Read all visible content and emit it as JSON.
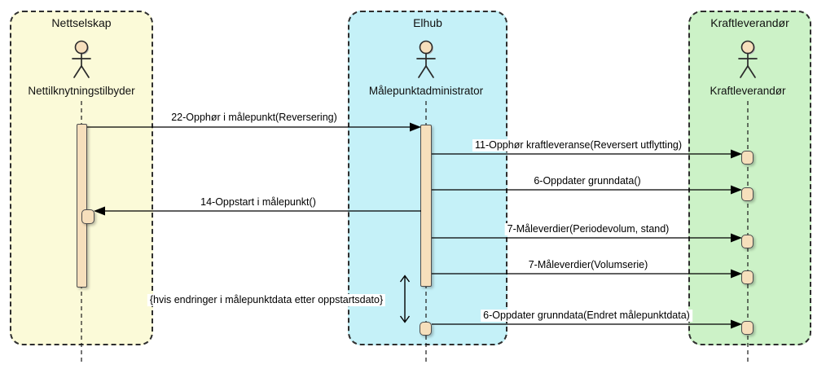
{
  "diagram_type": "uml-sequence",
  "lanes": [
    {
      "id": "nettselskap",
      "title": "Nettselskap",
      "actor": "Nettilknytningstilbyder",
      "fill": "#FBFAD8"
    },
    {
      "id": "elhub",
      "title": "Elhub",
      "actor": "Målepunktadministrator",
      "fill": "#C5F1F8"
    },
    {
      "id": "kraftleverandor",
      "title": "Kraftleverandør",
      "actor": "Kraftleverandør",
      "fill": "#CCF2C7"
    }
  ],
  "messages": [
    {
      "label": "22-Opphør i målepunkt(Reversering)",
      "from": "Nettilknytningstilbyder",
      "to": "Målepunktadministrator",
      "direction": "right"
    },
    {
      "label": "11-Opphør kraftleveranse(Reversert utflytting)",
      "from": "Målepunktadministrator",
      "to": "Kraftleverandør",
      "direction": "right"
    },
    {
      "label": "6-Oppdater grunndata()",
      "from": "Målepunktadministrator",
      "to": "Kraftleverandør",
      "direction": "right"
    },
    {
      "label": "14-Oppstart i målepunkt()",
      "from": "Målepunktadministrator",
      "to": "Nettilknytningstilbyder",
      "direction": "left"
    },
    {
      "label": "7-Måleverdier(Periodevolum, stand)",
      "from": "Målepunktadministrator",
      "to": "Kraftleverandør",
      "direction": "right"
    },
    {
      "label": "7-Måleverdier(Volumserie)",
      "from": "Målepunktadministrator",
      "to": "Kraftleverandør",
      "direction": "right"
    },
    {
      "label": "6-Oppdater grunndata(Endret målepunktdata)",
      "from": "Målepunktadministrator",
      "to": "Kraftleverandør",
      "direction": "right"
    }
  ],
  "constraint": "{hvis endringer i målepunktdata etter oppstartsdato}",
  "colors": {
    "lane_yellow": "#FBFAD8",
    "lane_cyan": "#C5F1F8",
    "lane_green": "#CCF2C7",
    "activation_fill": "#F6DFBC",
    "activation_border": "#4d4d4d",
    "line": "#1a1a1a",
    "background": "#FFFFFF"
  }
}
